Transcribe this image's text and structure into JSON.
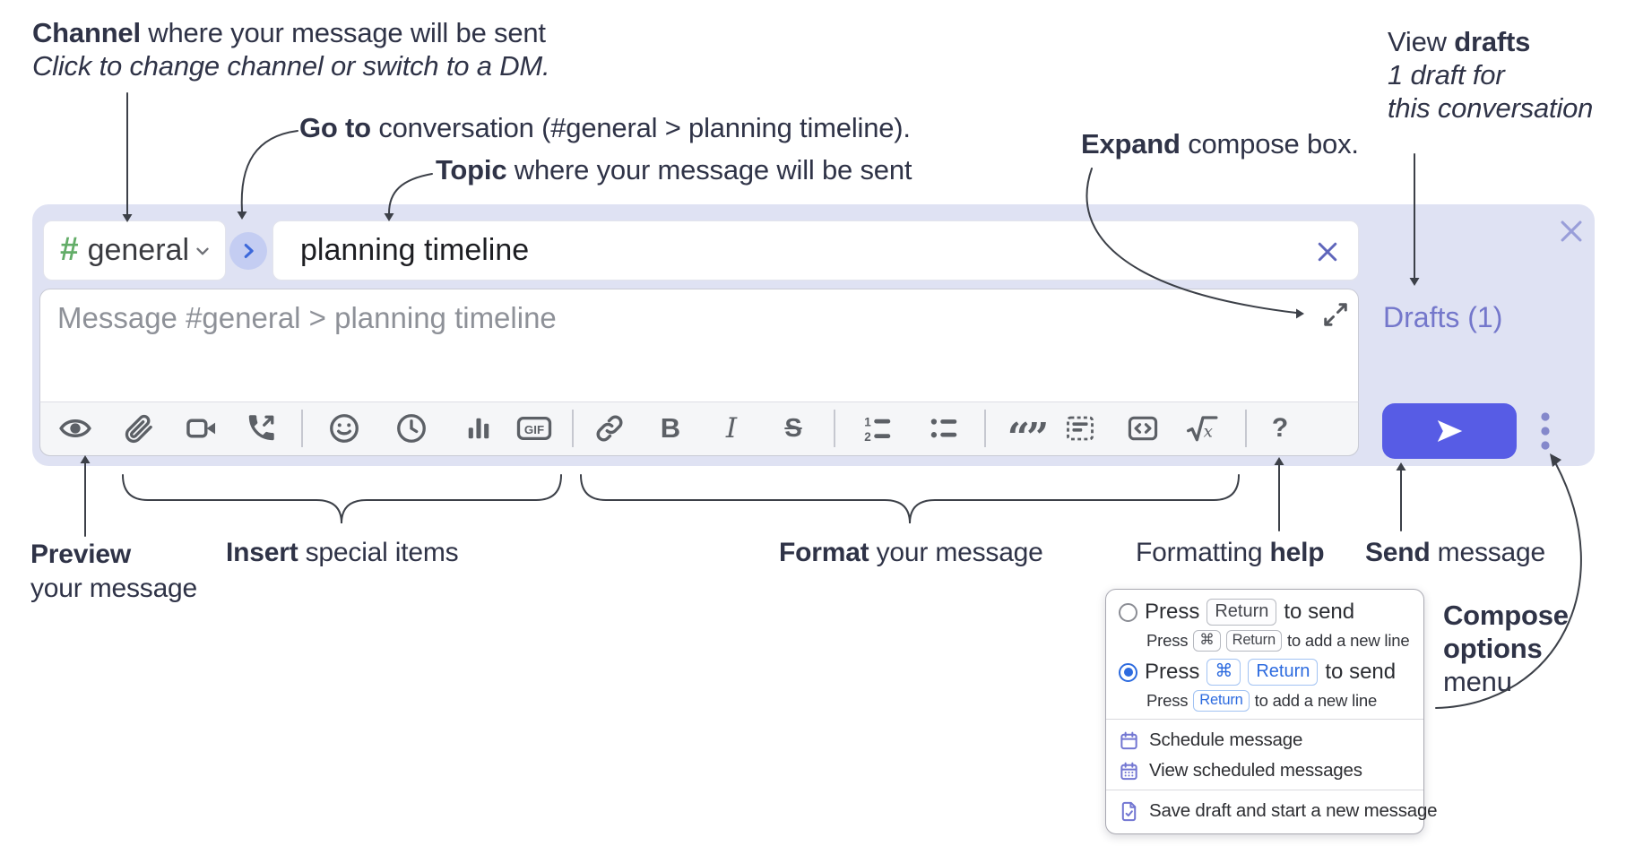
{
  "annotations": {
    "channel": {
      "bold": "Channel",
      "rest": " where your message will be sent",
      "italic": "Click to change channel or switch to a DM."
    },
    "goto": {
      "bold": "Go to",
      "rest": " conversation (#general > planning timeline)."
    },
    "topic": {
      "bold": "Topic",
      "rest": " where your message will be sent"
    },
    "expand": {
      "bold": "Expand",
      "rest": " compose box."
    },
    "view_drafts": {
      "pre": "View ",
      "bold": "drafts",
      "italic_line1": "1 draft for",
      "italic_line2": "this conversation"
    },
    "preview": {
      "bold": "Preview",
      "line2": "your message"
    },
    "insert": {
      "bold": "Insert",
      "rest": " special items"
    },
    "format": {
      "bold": "Format",
      "rest": " your message"
    },
    "formatting_help": {
      "pre": "Formatting ",
      "bold": "help"
    },
    "send": {
      "bold": "Send",
      "rest": " message"
    },
    "compose_options": {
      "line1": "Compose",
      "line2": "options",
      "line3": "menu"
    }
  },
  "compose": {
    "channel_hash": "#",
    "channel_name": "general",
    "topic_value": "planning timeline",
    "message_placeholder": "Message #general > planning timeline",
    "drafts_label": "Drafts (1)",
    "toolbar": {
      "icon_names": [
        "preview",
        "attach-file",
        "video-call",
        "voice-call",
        "emoji",
        "time",
        "poll",
        "gif",
        "link",
        "bold",
        "italic",
        "strikethrough",
        "numbered-list",
        "bulleted-list",
        "quote",
        "spoiler",
        "code",
        "math",
        "help"
      ],
      "bold_glyph": "B",
      "italic_glyph": "I",
      "strike_glyph": "S",
      "gif_label": "GIF",
      "math_x": "x",
      "help_glyph": "?",
      "ol_digits": [
        "1",
        "2"
      ]
    }
  },
  "send_options_popup": {
    "option1": {
      "selected": false,
      "press": "Press",
      "key": "Return",
      "after": "to send",
      "sub_press": "Press",
      "sub_key1": "⌘",
      "sub_key2": "Return",
      "sub_after": "to add a new line"
    },
    "option2": {
      "selected": true,
      "press": "Press",
      "key1": "⌘",
      "key2": "Return",
      "after": "to send",
      "sub_press": "Press",
      "sub_key": "Return",
      "sub_after": "to add a new line"
    },
    "menu_items": [
      "Schedule message",
      "View scheduled messages",
      "Save draft and start a new message"
    ]
  },
  "colors": {
    "compose_bg": "#dfe2f3",
    "send_button": "#575ce5",
    "drafts_link": "#7477cb",
    "hash_green": "#63ad68",
    "goto_circle_bg": "#c4cdf2",
    "goto_chevron": "#3c68da",
    "radio_selected": "#2d6bdf",
    "popup_icon": "#7276d2",
    "annotation_text": "#2f3347",
    "line_color": "#3c4048"
  }
}
